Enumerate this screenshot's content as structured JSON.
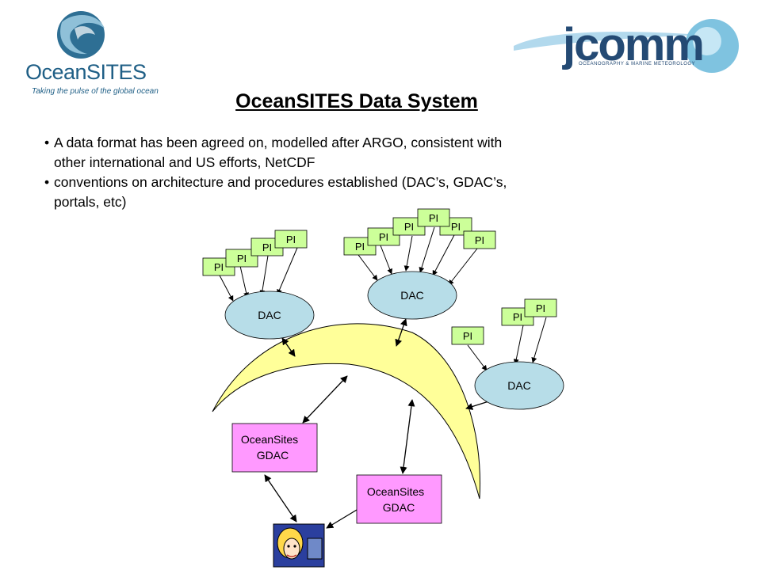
{
  "logos": {
    "left": {
      "brand": "OceanSITES",
      "tagline": "Taking the pulse of the global ocean"
    },
    "right": {
      "wordmark": "jcomm",
      "sub": "OCEANOGRAPHY & MARINE METEOROLOGY"
    }
  },
  "title": "OceanSITES Data System",
  "bullets": [
    {
      "line1": "A data format has been agreed on, modelled after ARGO, consistent with",
      "line2": "other international and US efforts, NetCDF"
    },
    {
      "line1": "conventions on architecture and procedures established (DAC’s, GDAC’s,",
      "line2": "portals, etc)"
    }
  ],
  "diagram": {
    "pi_label": "PI",
    "dac_label": "DAC",
    "gdac_line1": "OceanSites",
    "gdac_line2": "GDAC",
    "colors": {
      "pi_fill": "#ccff99",
      "dac_fill": "#b7dde8",
      "gdac_fill": "#ff99ff",
      "crescent_fill": "#ffff99"
    }
  }
}
